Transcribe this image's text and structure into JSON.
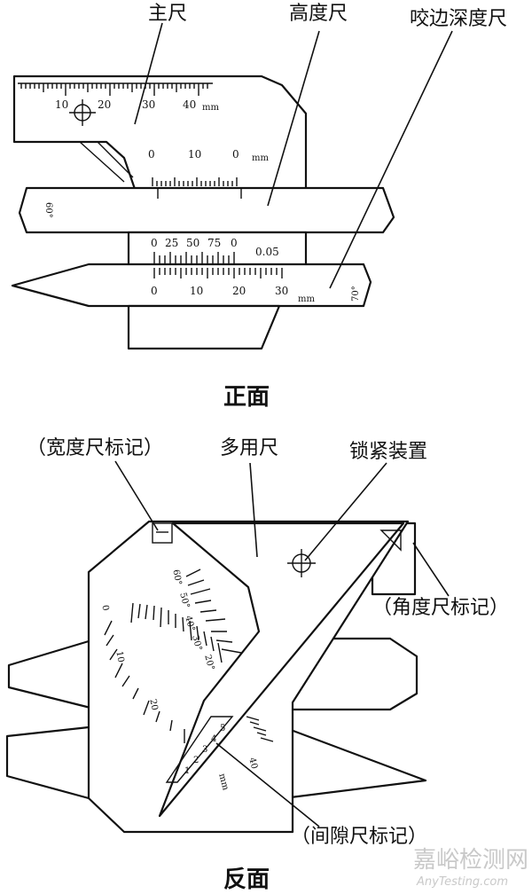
{
  "front": {
    "caption": "正面",
    "labels": {
      "main_scale": "主尺",
      "height_scale": "高度尺",
      "undercut_depth_scale": "咬边深度尺"
    },
    "main_scale_ticks": [
      "10",
      "20",
      "30",
      "40",
      "mm"
    ],
    "height_ticks": [
      "0",
      "10",
      "0",
      "mm"
    ],
    "vernier_ticks": [
      "0",
      "25",
      "50",
      "75",
      "0",
      "0.05"
    ],
    "depth_ticks": [
      "0",
      "10",
      "20",
      "30",
      "mm"
    ],
    "angle_left": "60°",
    "angle_right": "70°"
  },
  "back": {
    "caption": "反面",
    "labels": {
      "width_mark": "（宽度尺标记）",
      "multi_scale": "多用尺",
      "locking_device": "锁紧装置",
      "angle_mark": "（角度尺标记）",
      "gap_mark": "（间隙尺标记）"
    },
    "angle_ticks": [
      "60°",
      "50°",
      "40°",
      "30°",
      "20°"
    ],
    "left_ticks": [
      "0",
      "10",
      "20"
    ],
    "gap_ticks": [
      "5",
      "4",
      "3",
      "2",
      "1",
      "mm",
      "40"
    ]
  },
  "watermark": {
    "cn": "嘉峪检测网",
    "en": "AnyTesting.com"
  }
}
